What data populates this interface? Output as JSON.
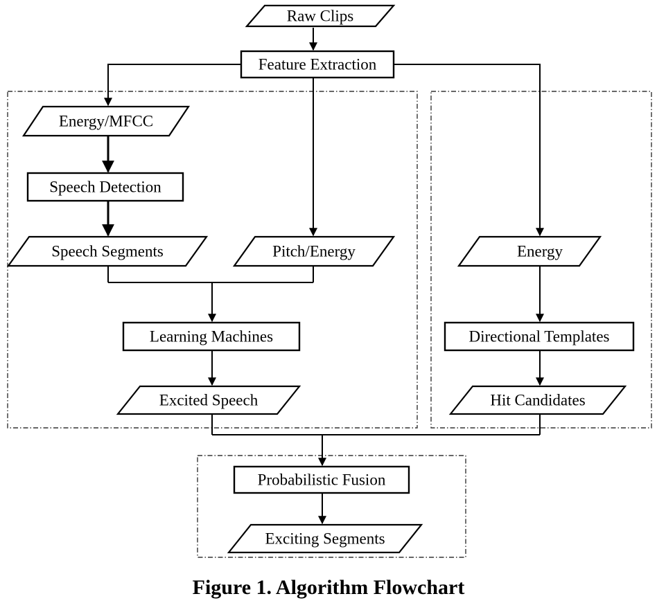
{
  "nodes": {
    "raw_clips": "Raw Clips",
    "feature_extraction": "Feature Extraction",
    "energy_mfcc": "Energy/MFCC",
    "speech_detection": "Speech Detection",
    "speech_segments": "Speech Segments",
    "pitch_energy": "Pitch/Energy",
    "energy": "Energy",
    "learning_machines": "Learning Machines",
    "directional_templates": "Directional Templates",
    "excited_speech": "Excited Speech",
    "hit_candidates": "Hit Candidates",
    "probabilistic_fusion": "Probabilistic Fusion",
    "exciting_segments": "Exciting Segments"
  },
  "caption": "Figure 1. Algorithm Flowchart"
}
